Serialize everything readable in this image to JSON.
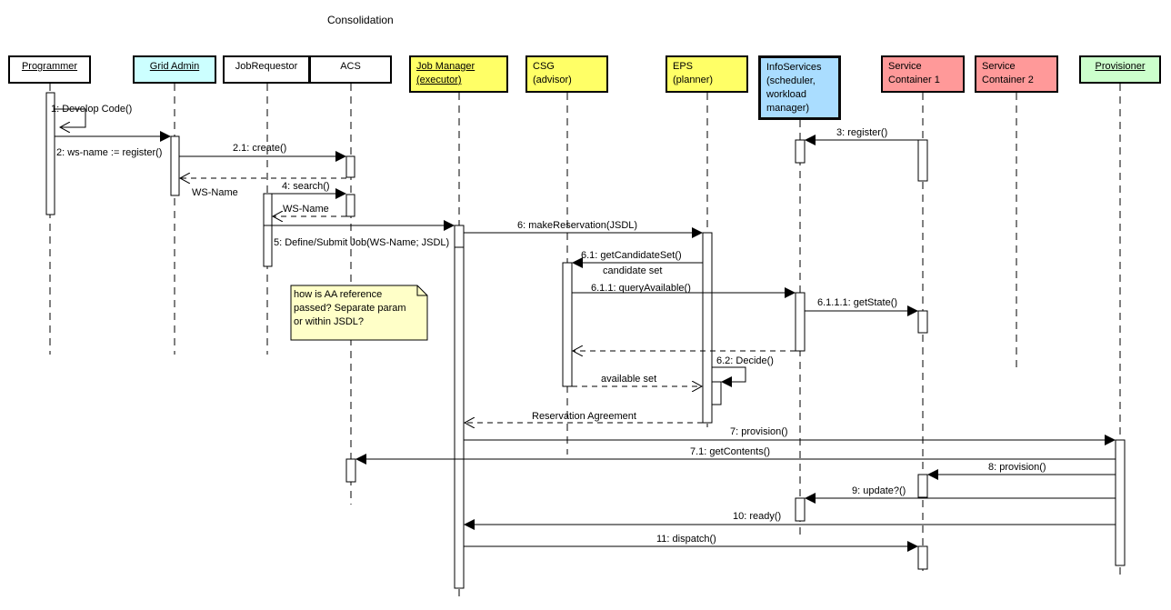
{
  "title": "Consolidation",
  "actors": [
    {
      "id": "programmer",
      "name": "Programmer",
      "color": "#ffffff"
    },
    {
      "id": "gridadmin",
      "name": "Grid Admin",
      "color": "#ccffff"
    },
    {
      "id": "jobrequestor",
      "name": "JobRequestor",
      "color": "#ffffff"
    },
    {
      "id": "acs",
      "name": "ACS",
      "color": "#ffffff"
    },
    {
      "id": "jobmanager",
      "name": "Job Manager (executor)",
      "color": "#ffff66"
    },
    {
      "id": "csg",
      "name": "CSG (advisor)",
      "color": "#ffff66"
    },
    {
      "id": "eps",
      "name": "EPS (planner)",
      "color": "#ffff66"
    },
    {
      "id": "infoservices",
      "name": "InfoServices (scheduler, workload manager)",
      "color": "#aaddff"
    },
    {
      "id": "sc1",
      "name": "Service Container 1",
      "color": "#ff9999"
    },
    {
      "id": "sc2",
      "name": "Service Container 2",
      "color": "#ff9999"
    },
    {
      "id": "provisioner",
      "name": "Provisioner",
      "color": "#ccffcc"
    }
  ],
  "messages": {
    "m1": "1: Develop Code()",
    "m2": "2: ws-name := register()",
    "m21": "2.1: create()",
    "r_wsname1": "WS-Name",
    "m3": "3: register()",
    "m4": "4: search()",
    "r_wsname2": "WS-Name",
    "m5": "5: Define/Submit Job(WS-Name; JSDL)",
    "m6": "6: makeReservation(JSDL)",
    "m61": "6.1: getCandidateSet()",
    "r_candidate": "candidate set",
    "m611": "6.1.1: queryAvailable()",
    "m6111": "6.1.1.1: getState()",
    "m62": "6.2: Decide()",
    "r_available": "available set",
    "r_reservation": "Reservation Agreement",
    "m7": "7: provision()",
    "m71": "7.1: getContents()",
    "m8": "8: provision()",
    "m9": "9: update?()",
    "m10": "10: ready()",
    "m11": "11: dispatch()"
  },
  "note": "how is AA reference passed?  Separate param or within JSDL?"
}
